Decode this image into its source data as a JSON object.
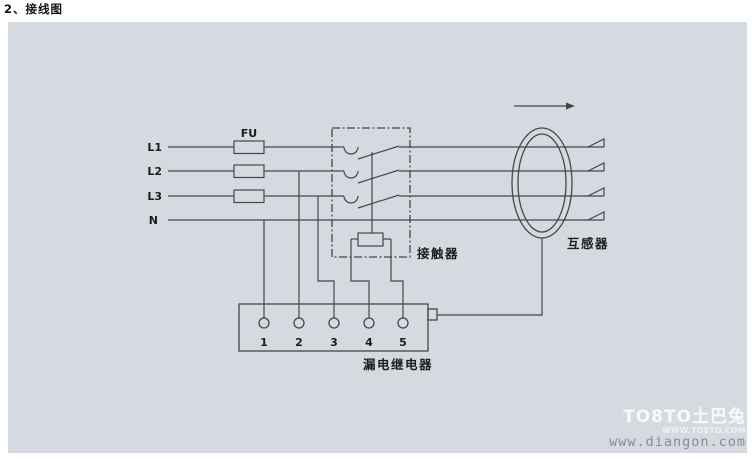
{
  "page": {
    "title": "2、接线图"
  },
  "diagram": {
    "phase_labels": [
      "L1",
      "L2",
      "L3",
      "N"
    ],
    "fuse_label": "FU",
    "contactor_label": "接触器",
    "transformer_label": "互感器",
    "relay_label": "漏电继电器",
    "terminals": [
      "1",
      "2",
      "3",
      "4",
      "5"
    ]
  },
  "watermark": {
    "logo": "TO8TO土巴兔",
    "logo_sub": "WWW.TO8TO.COM",
    "site": "www.diangon.com"
  },
  "colors": {
    "panel_bg": "#d5dae0",
    "line": "#44484d",
    "text": "#1c1c1c",
    "watermark_text": "#868c95"
  }
}
